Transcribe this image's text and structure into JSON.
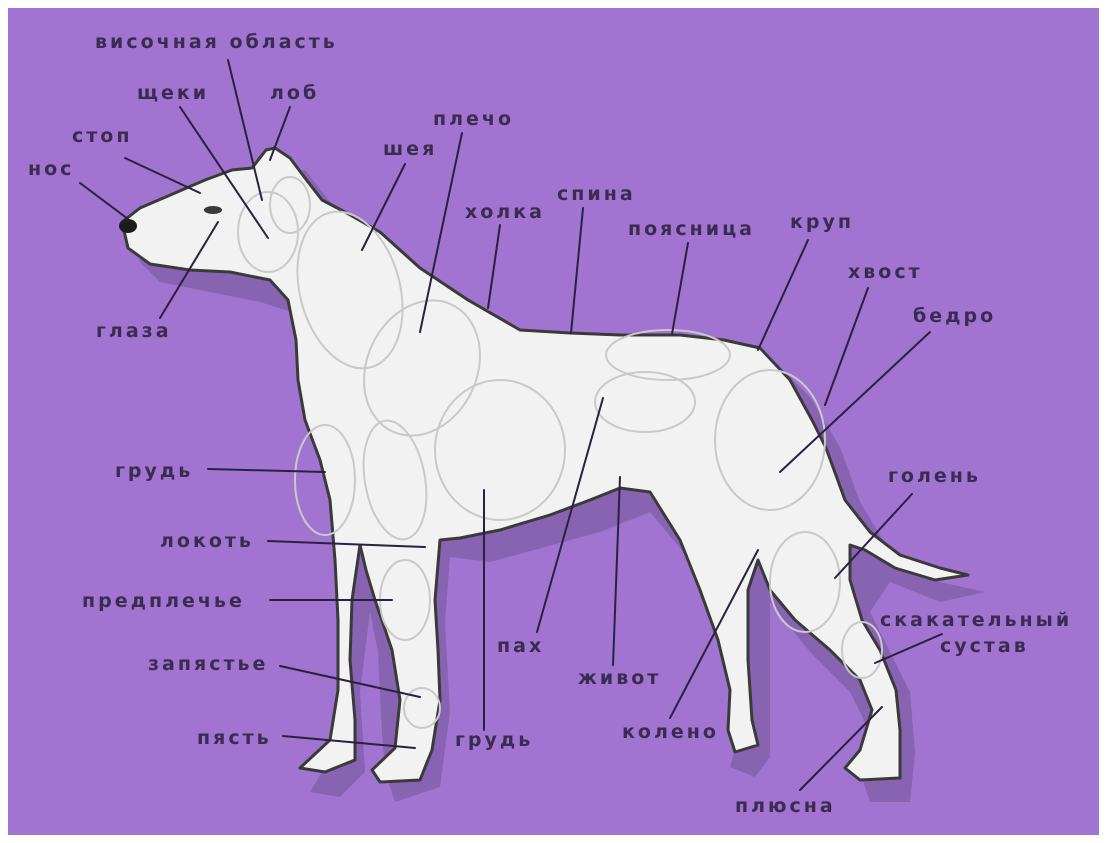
{
  "colors": {
    "background": "#a074d0",
    "label_text": "#3a2c50",
    "leader_line": "#2c2040",
    "dog_fill": "#f2f2f2"
  },
  "labels": {
    "visochnaya_oblast": "височная область",
    "scheki": "щеки",
    "lob": "лоб",
    "stop": "стоп",
    "nos": "нос",
    "glaza": "глаза",
    "plecho": "плечо",
    "sheya": "шея",
    "holka": "холка",
    "spina": "спина",
    "poyasnitsa": "поясница",
    "krup": "круп",
    "hvost": "хвост",
    "bedro": "бедро",
    "grud_left": "грудь",
    "lokot": "локоть",
    "predplechye": "предплечье",
    "zapyastye": "запястье",
    "pyast": "пясть",
    "grud_bottom": "грудь",
    "pah": "пах",
    "zhivot": "живот",
    "koleno": "колено",
    "golen": "голень",
    "skakatelny": "скакательный",
    "sustav": "сустав",
    "plyusna": "плюсна"
  }
}
